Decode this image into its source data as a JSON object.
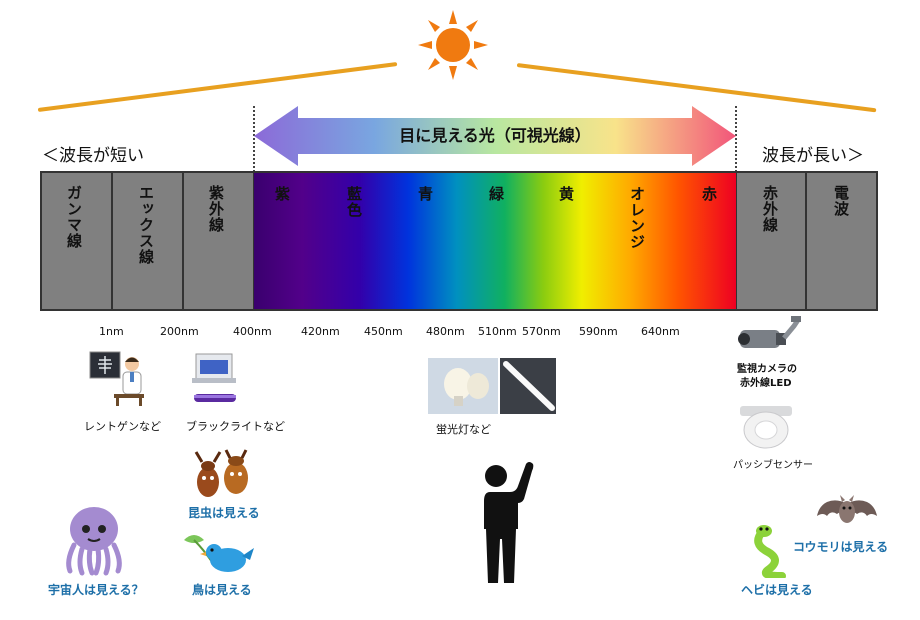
{
  "title": "目に見える光（可視光線）",
  "short_side": "＜波長が短い",
  "long_side": "波長が長い＞",
  "bands_left": [
    {
      "label": "ガンマ線"
    },
    {
      "label": "エックス線"
    },
    {
      "label": "紫外線"
    }
  ],
  "bands_right": [
    {
      "label": "赤外線"
    },
    {
      "label": "電波"
    }
  ],
  "visible_colors": [
    {
      "label": "紫"
    },
    {
      "label": "藍色"
    },
    {
      "label": "青"
    },
    {
      "label": "緑"
    },
    {
      "label": "黄"
    },
    {
      "label": "オレンジ"
    },
    {
      "label": "赤"
    }
  ],
  "wavelengths": [
    "1nm",
    "200nm",
    "400nm",
    "420nm",
    "450nm",
    "480nm",
    "510nm",
    "570nm",
    "590nm",
    "640nm"
  ],
  "examples": {
    "xray": "レントゲンなど",
    "blacklight": "ブラックライトなど",
    "fluorescent": "蛍光灯など",
    "camera_line1": "監視カメラの",
    "camera_line2": "赤外線LED",
    "passive": "パッシブセンサー"
  },
  "creatures": {
    "alien": "宇宙人は見える？",
    "insects": "昆虫は見える",
    "birds": "鳥は見える",
    "snake": "ヘビは見える",
    "bat": "コウモリは見える"
  },
  "colors": {
    "roof": "#e8a020",
    "sun": "#f07a10",
    "band_gray": "#808080",
    "creature_text": "#1d6fa8"
  }
}
